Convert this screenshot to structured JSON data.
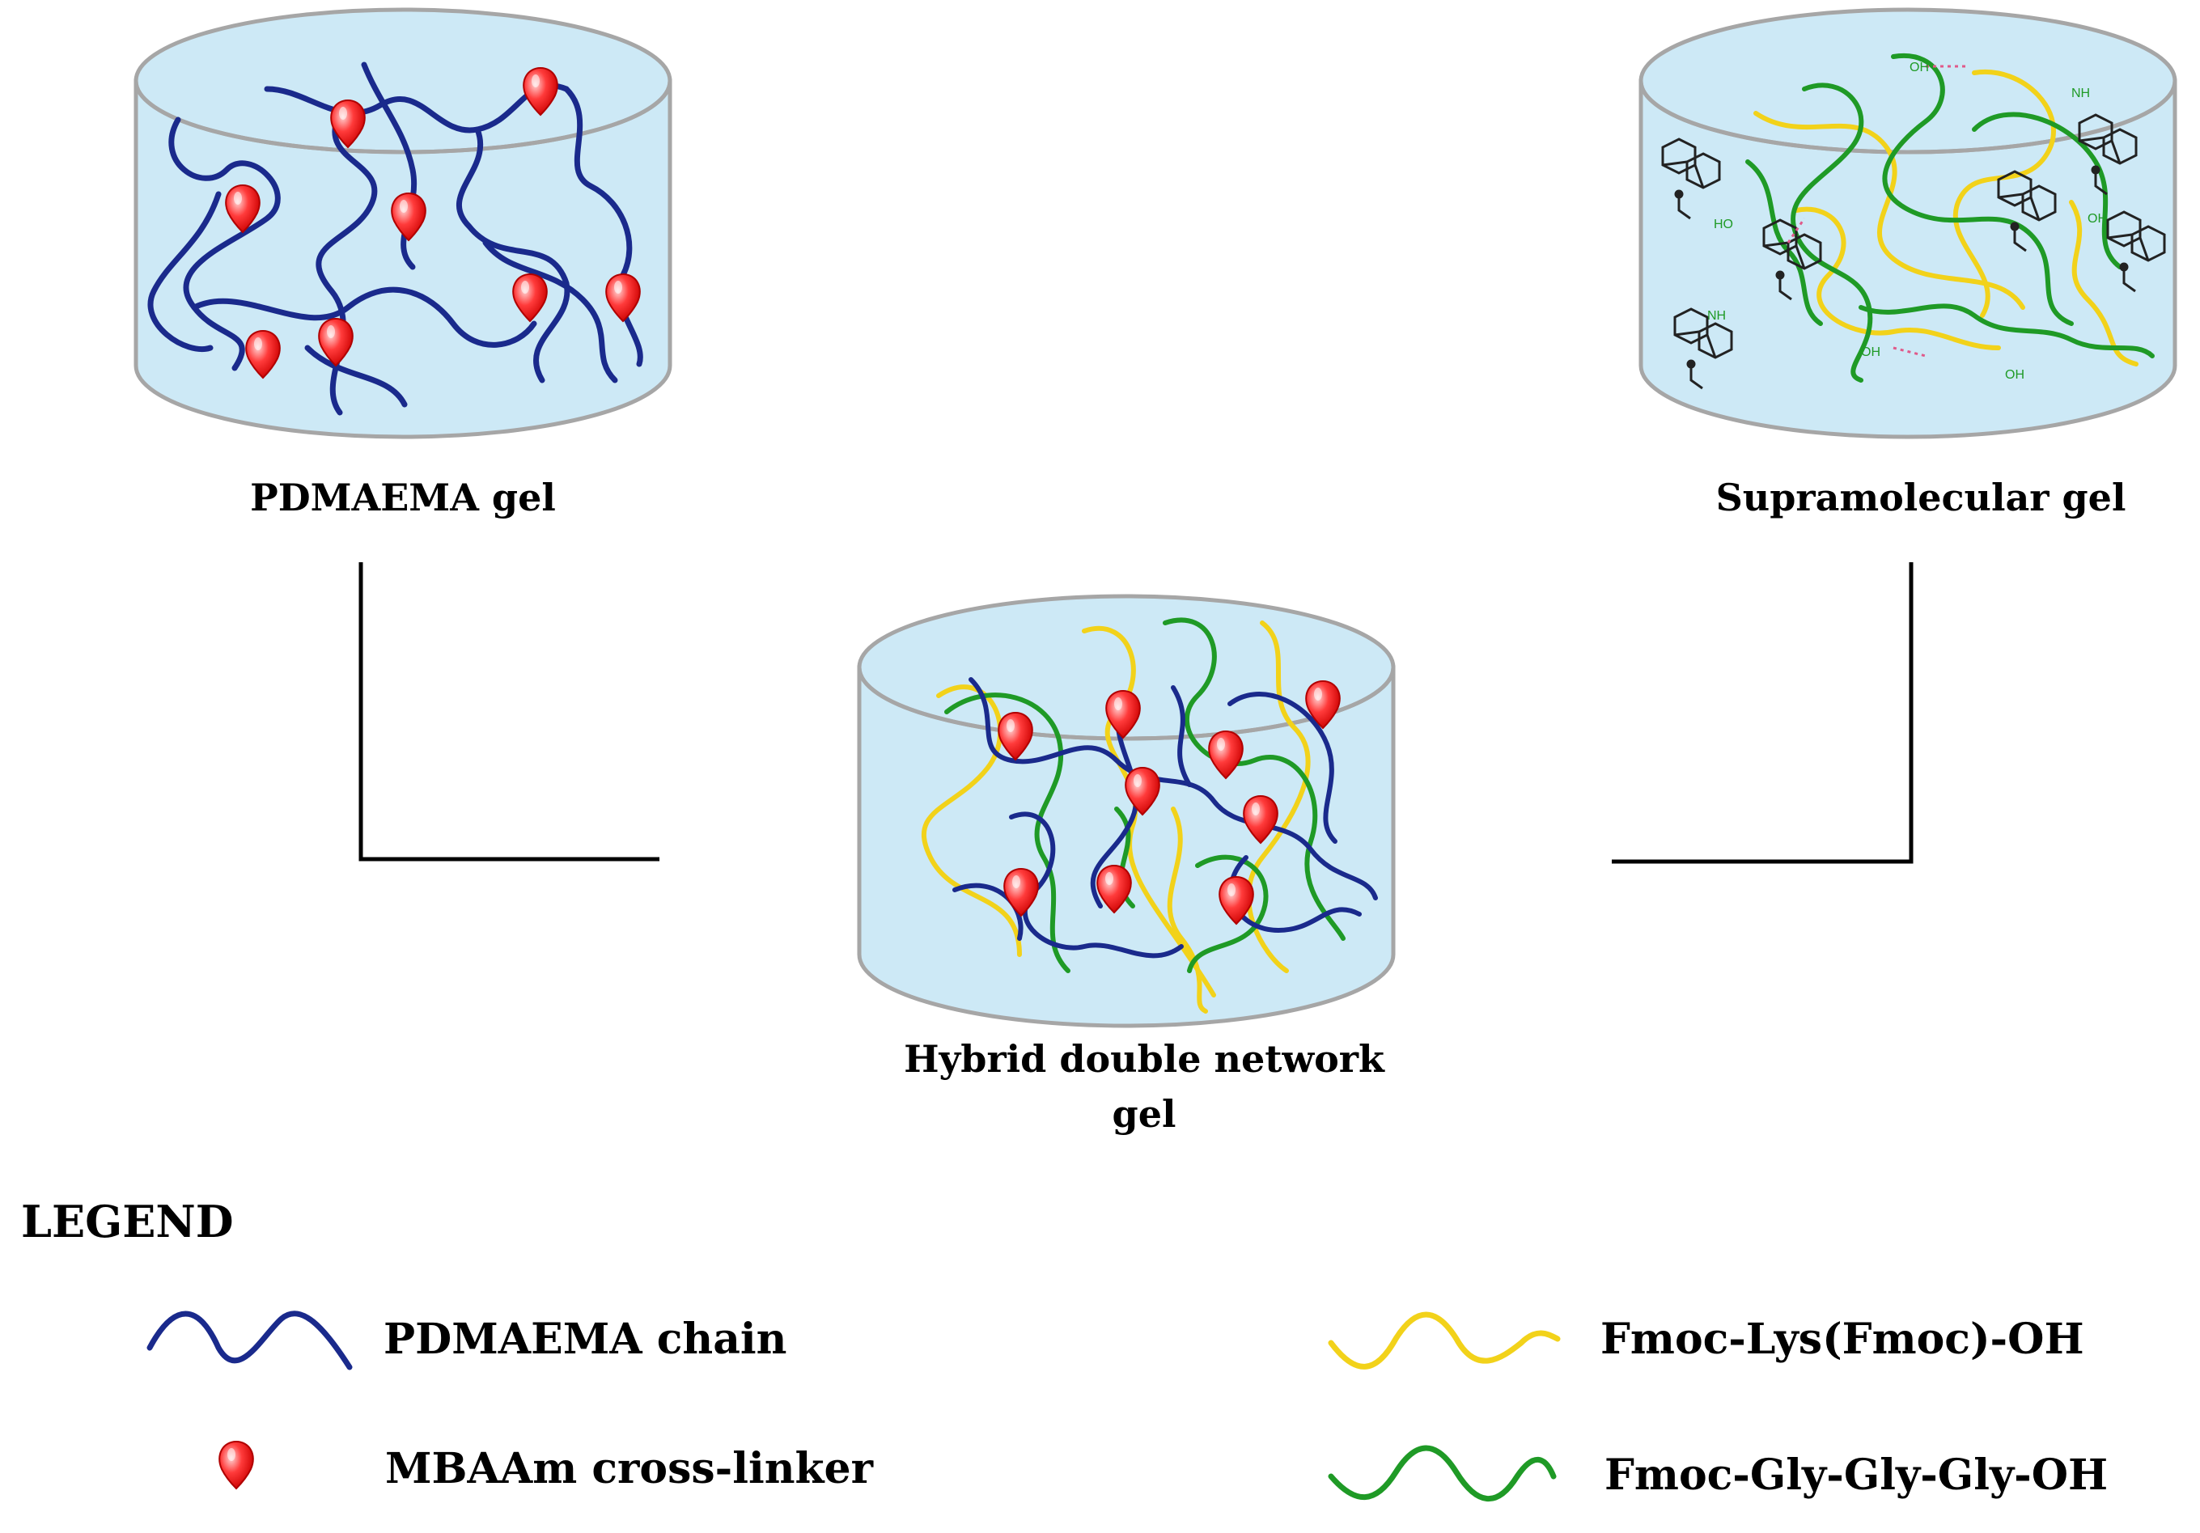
{
  "panels": {
    "pdmaema": {
      "label": "PDMAEMA gel"
    },
    "supramolecular": {
      "label": "Supramolecular gel"
    },
    "hybrid": {
      "label_line1": "Hybrid double network",
      "label_line2": "gel"
    }
  },
  "chem_labels": [
    "OH",
    "NH",
    "HO",
    "NH",
    "OH",
    "OH",
    "OH"
  ],
  "legend": {
    "title": "LEGEND",
    "items": [
      {
        "name": "PDMAEMA chain",
        "icon": "wave-blue-icon"
      },
      {
        "name": "MBAAm cross-linker",
        "icon": "droplet-red-icon"
      },
      {
        "name": "Fmoc-Lys(Fmoc)-OH",
        "icon": "wave-yellow-icon"
      },
      {
        "name": "Fmoc-Gly-Gly-Gly-OH",
        "icon": "wave-green-icon"
      }
    ]
  },
  "colors": {
    "pdmaema_chain": "#1a2a8c",
    "crosslinker": "#e8141c",
    "fmoc_lys": "#f2d21a",
    "fmoc_ggg": "#1f9a26",
    "gel_fill": "#cde9f6",
    "gel_rim": "#a6a6a6",
    "connector": "#000000"
  }
}
